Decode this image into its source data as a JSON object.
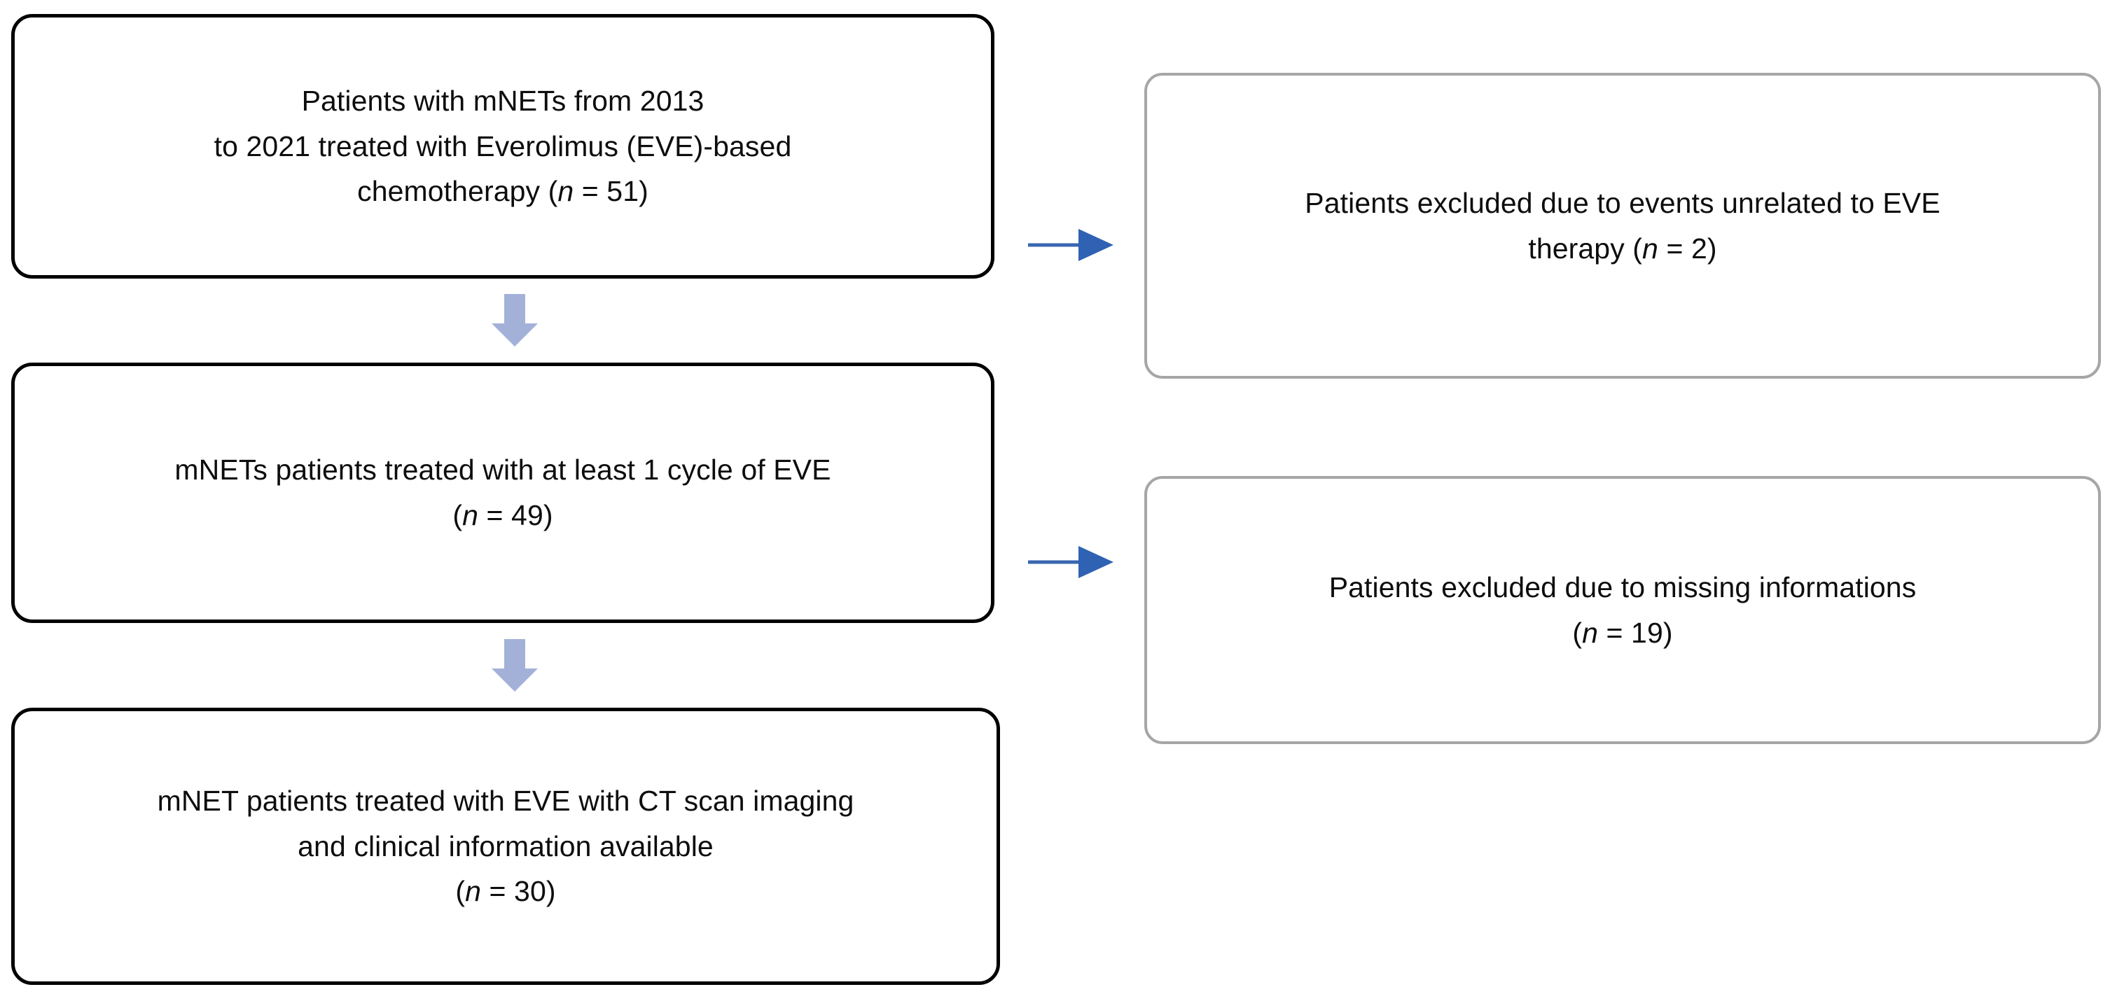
{
  "diagram": {
    "type": "patient-selection-flowchart",
    "colors": {
      "primary_box_border": "#000000",
      "excluded_box_border": "#a6a6a6",
      "down_arrow_fill": "#a3b1d9",
      "side_arrow": "#3a66b0",
      "text": "#0d0d0d",
      "background": "#ffffff"
    },
    "boxes": [
      {
        "id": "enrolled",
        "kind": "primary",
        "lines": [
          "Patients with mNETs from 2013",
          "to 2021 treated with Everolimus (EVE)-based",
          "chemotherapy (n = 51)"
        ],
        "count_label": "n = 51",
        "count": 51
      },
      {
        "id": "at-least-one-cycle",
        "kind": "primary",
        "lines": [
          "mNETs patients treated with at least 1 cycle of EVE",
          "(n = 49)"
        ],
        "count_label": "n = 49",
        "count": 49
      },
      {
        "id": "final-cohort",
        "kind": "primary",
        "lines": [
          "mNET patients treated with EVE with CT scan imaging",
          "and clinical information available",
          "(n = 30)"
        ],
        "count_label": "n = 30",
        "count": 30
      },
      {
        "id": "excluded-unrelated-events",
        "kind": "excluded",
        "lines": [
          "Patients excluded due to events unrelated to EVE",
          "therapy (n = 2)"
        ],
        "count_label": "n = 2",
        "count": 2
      },
      {
        "id": "excluded-missing-info",
        "kind": "excluded",
        "lines": [
          "Patients excluded due to missing informations",
          "(n = 19)"
        ],
        "count_label": "n = 19",
        "count": 19
      }
    ],
    "connectors": [
      {
        "id": "down-1",
        "from": "enrolled",
        "to": "at-least-one-cycle",
        "style": "block-arrow-down"
      },
      {
        "id": "down-2",
        "from": "at-least-one-cycle",
        "to": "final-cohort",
        "style": "block-arrow-down"
      },
      {
        "id": "side-1",
        "from": "enrolled",
        "to": "excluded-unrelated-events",
        "style": "line-arrow-right"
      },
      {
        "id": "side-2",
        "from": "at-least-one-cycle",
        "to": "excluded-missing-info",
        "style": "line-arrow-right"
      }
    ]
  },
  "box1": {
    "line1": "Patients with mNETs from 2013",
    "line2": "to 2021 treated with Everolimus (EVE)-based",
    "line3_pre": "chemotherapy (",
    "line3_n": "n",
    "line3_post": " = 51)"
  },
  "box2": {
    "line1": "mNETs patients treated with at least 1 cycle of EVE",
    "line2_pre": "(",
    "line2_n": "n",
    "line2_post": " = 49)"
  },
  "box3": {
    "line1": "mNET patients treated with EVE with CT scan imaging",
    "line2": "and clinical information available",
    "line3_pre": "(",
    "line3_n": "n",
    "line3_post": " = 30)"
  },
  "box4": {
    "line1": "Patients excluded due to events unrelated to EVE",
    "line2_pre": "therapy (",
    "line2_n": "n",
    "line2_post": " = 2)"
  },
  "box5": {
    "line1": "Patients excluded due to missing informations",
    "line2_pre": "(",
    "line2_n": "n",
    "line2_post": " = 19)"
  }
}
